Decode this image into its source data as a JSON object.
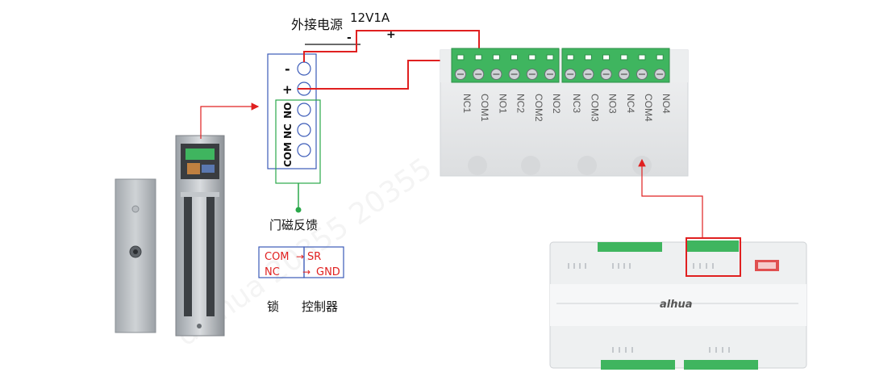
{
  "power": {
    "title": "外接电源",
    "rating": "12V1A",
    "minus_sign": "-",
    "plus_sign": "+"
  },
  "lock_terminal": {
    "minus": "-",
    "plus": "+",
    "no": "NO",
    "nc": "NC",
    "com": "COM"
  },
  "feedback": {
    "title": "门磁反馈",
    "lock_com": "COM",
    "lock_nc": "NC",
    "ctrl_sr": "SR",
    "ctrl_gnd": "GND",
    "arrow": "→",
    "lock_caption": "锁",
    "controller_caption": "控制器"
  },
  "relay_board": {
    "terminals": [
      "NC1",
      "COM1",
      "NO1",
      "NC2",
      "COM2",
      "NO2",
      "NC3",
      "COM3",
      "NO3",
      "NC4",
      "COM4",
      "NO4"
    ]
  },
  "controller": {
    "brand": "alhua"
  },
  "watermark": {
    "text": "da hua 20355 20355"
  },
  "colors": {
    "wire_red": "#e02020",
    "box_blue": "#3b5bb8",
    "box_green": "#2aa84a",
    "terminal_green": "#3fb55f",
    "board_gray": "#e6e7e9"
  }
}
